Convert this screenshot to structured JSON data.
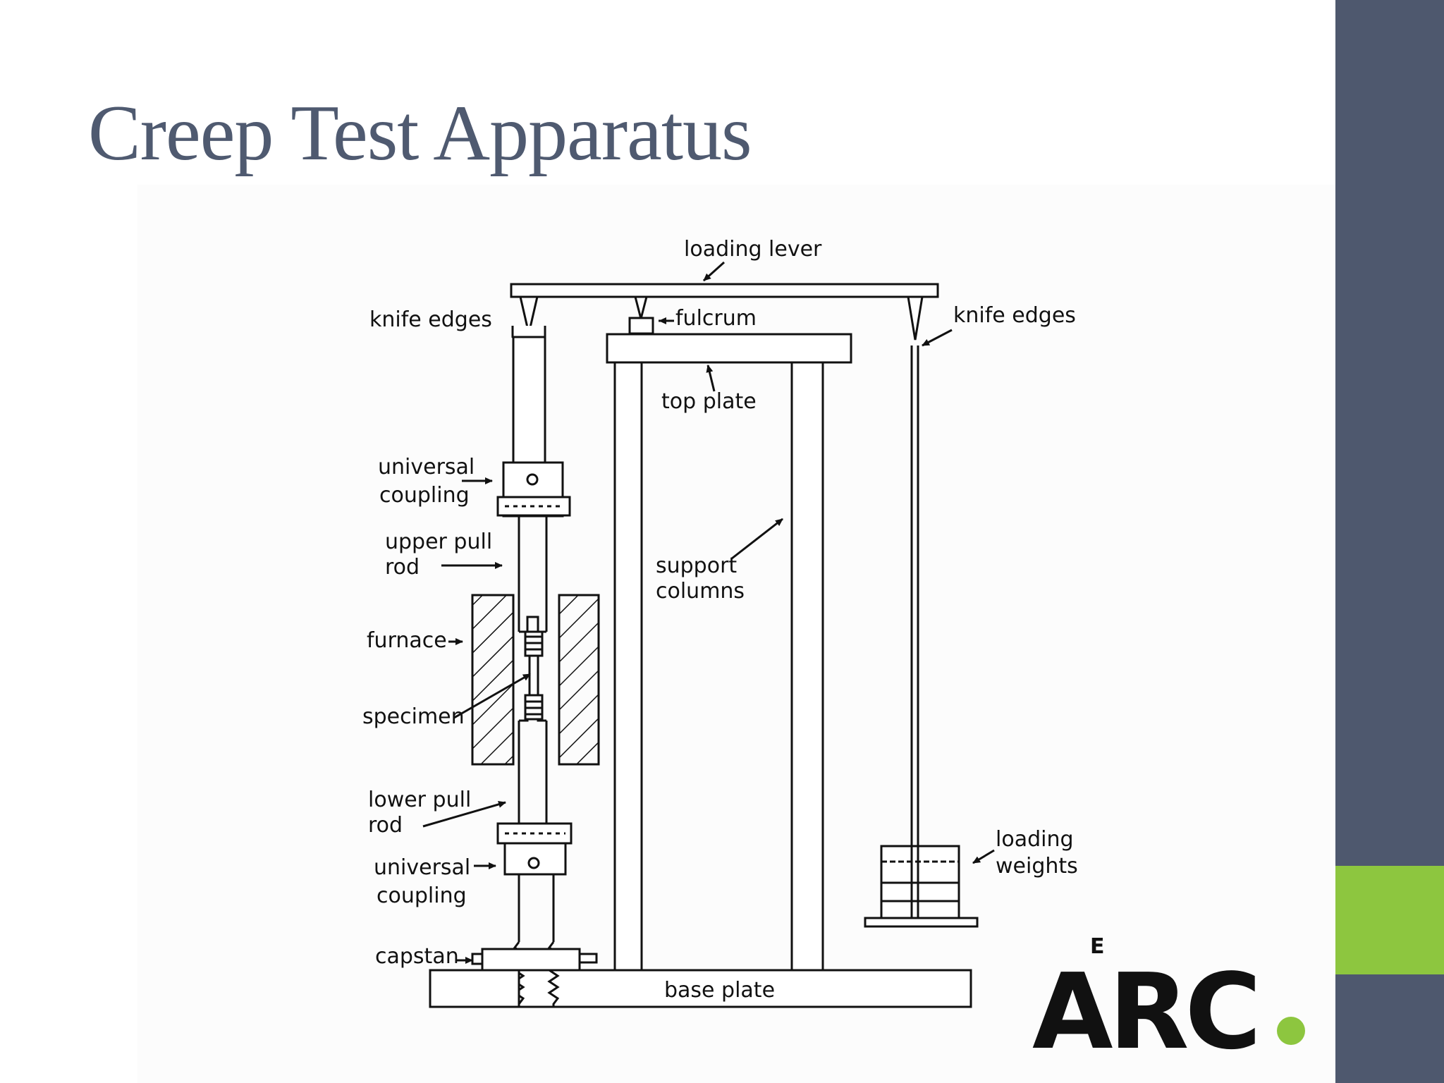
{
  "slide": {
    "title": "Creep Test Apparatus",
    "accent_colors": {
      "sidebar": "#4e586e",
      "green": "#8dc63f",
      "title_text": "#4f5a70"
    }
  },
  "diagram": {
    "labels": {
      "loading_lever": "loading lever",
      "knife_edges_left": "knife edges",
      "knife_edges_right": "knife edges",
      "fulcrum": "fulcrum",
      "top_plate": "top plate",
      "universal_coupling_1": "universal",
      "universal_coupling_2": "coupling",
      "upper_pull_rod_1": "upper pull",
      "upper_pull_rod_2": "rod",
      "support_columns_1": "support",
      "support_columns_2": "columns",
      "furnace": "furnace",
      "specimen": "specimen",
      "lower_pull_rod_1": "lower pull",
      "lower_pull_rod_2": "rod",
      "universal_coupling_3": "universal",
      "universal_coupling_4": "coupling",
      "loading_weights_1": "loading",
      "loading_weights_2": "weights",
      "capstan": "capstan",
      "base_plate": "base plate"
    }
  },
  "logo": {
    "small_letter": "E",
    "text": "ARC",
    "dot_color": "#8dc63f"
  }
}
